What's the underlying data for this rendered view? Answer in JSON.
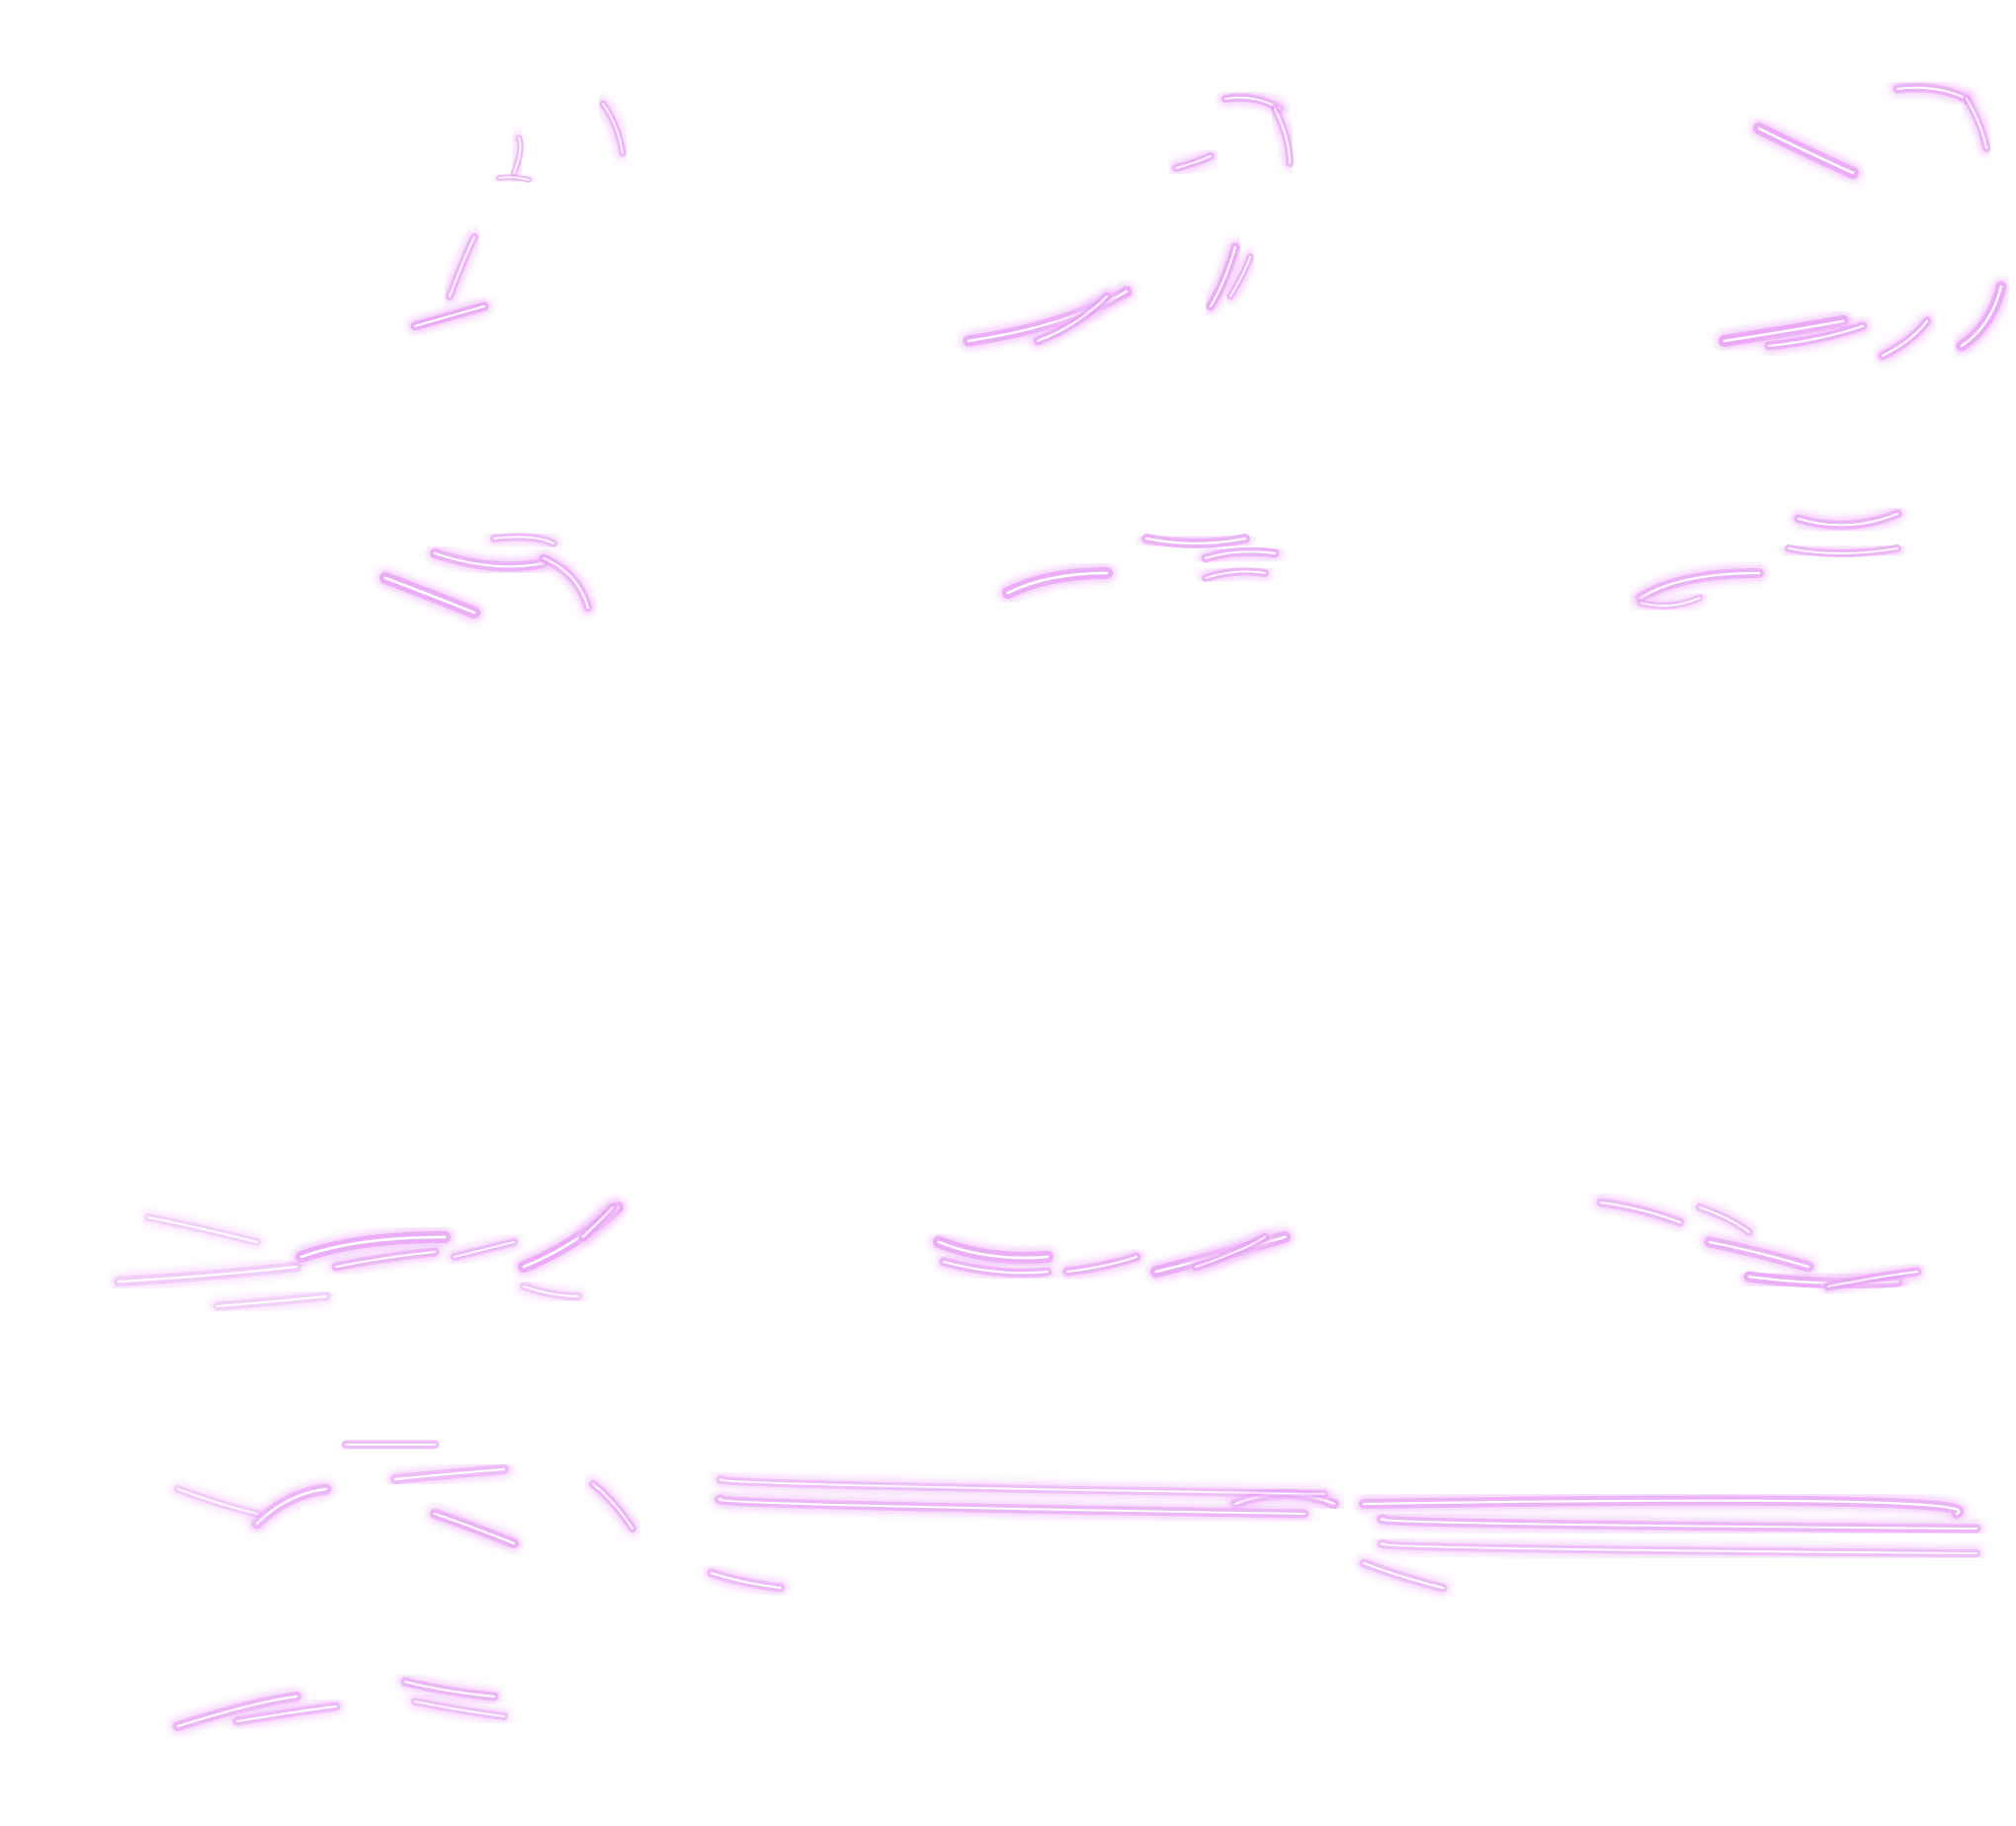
{
  "sprite_sheet": {
    "name": "wind-slash-effect",
    "background": "#ffffff",
    "columns": 3,
    "rows": 4,
    "frame_count": 12,
    "colors": {
      "glow": "#f3c4fb",
      "core": "#e9a6f6",
      "highlight": "#ffffff"
    }
  }
}
